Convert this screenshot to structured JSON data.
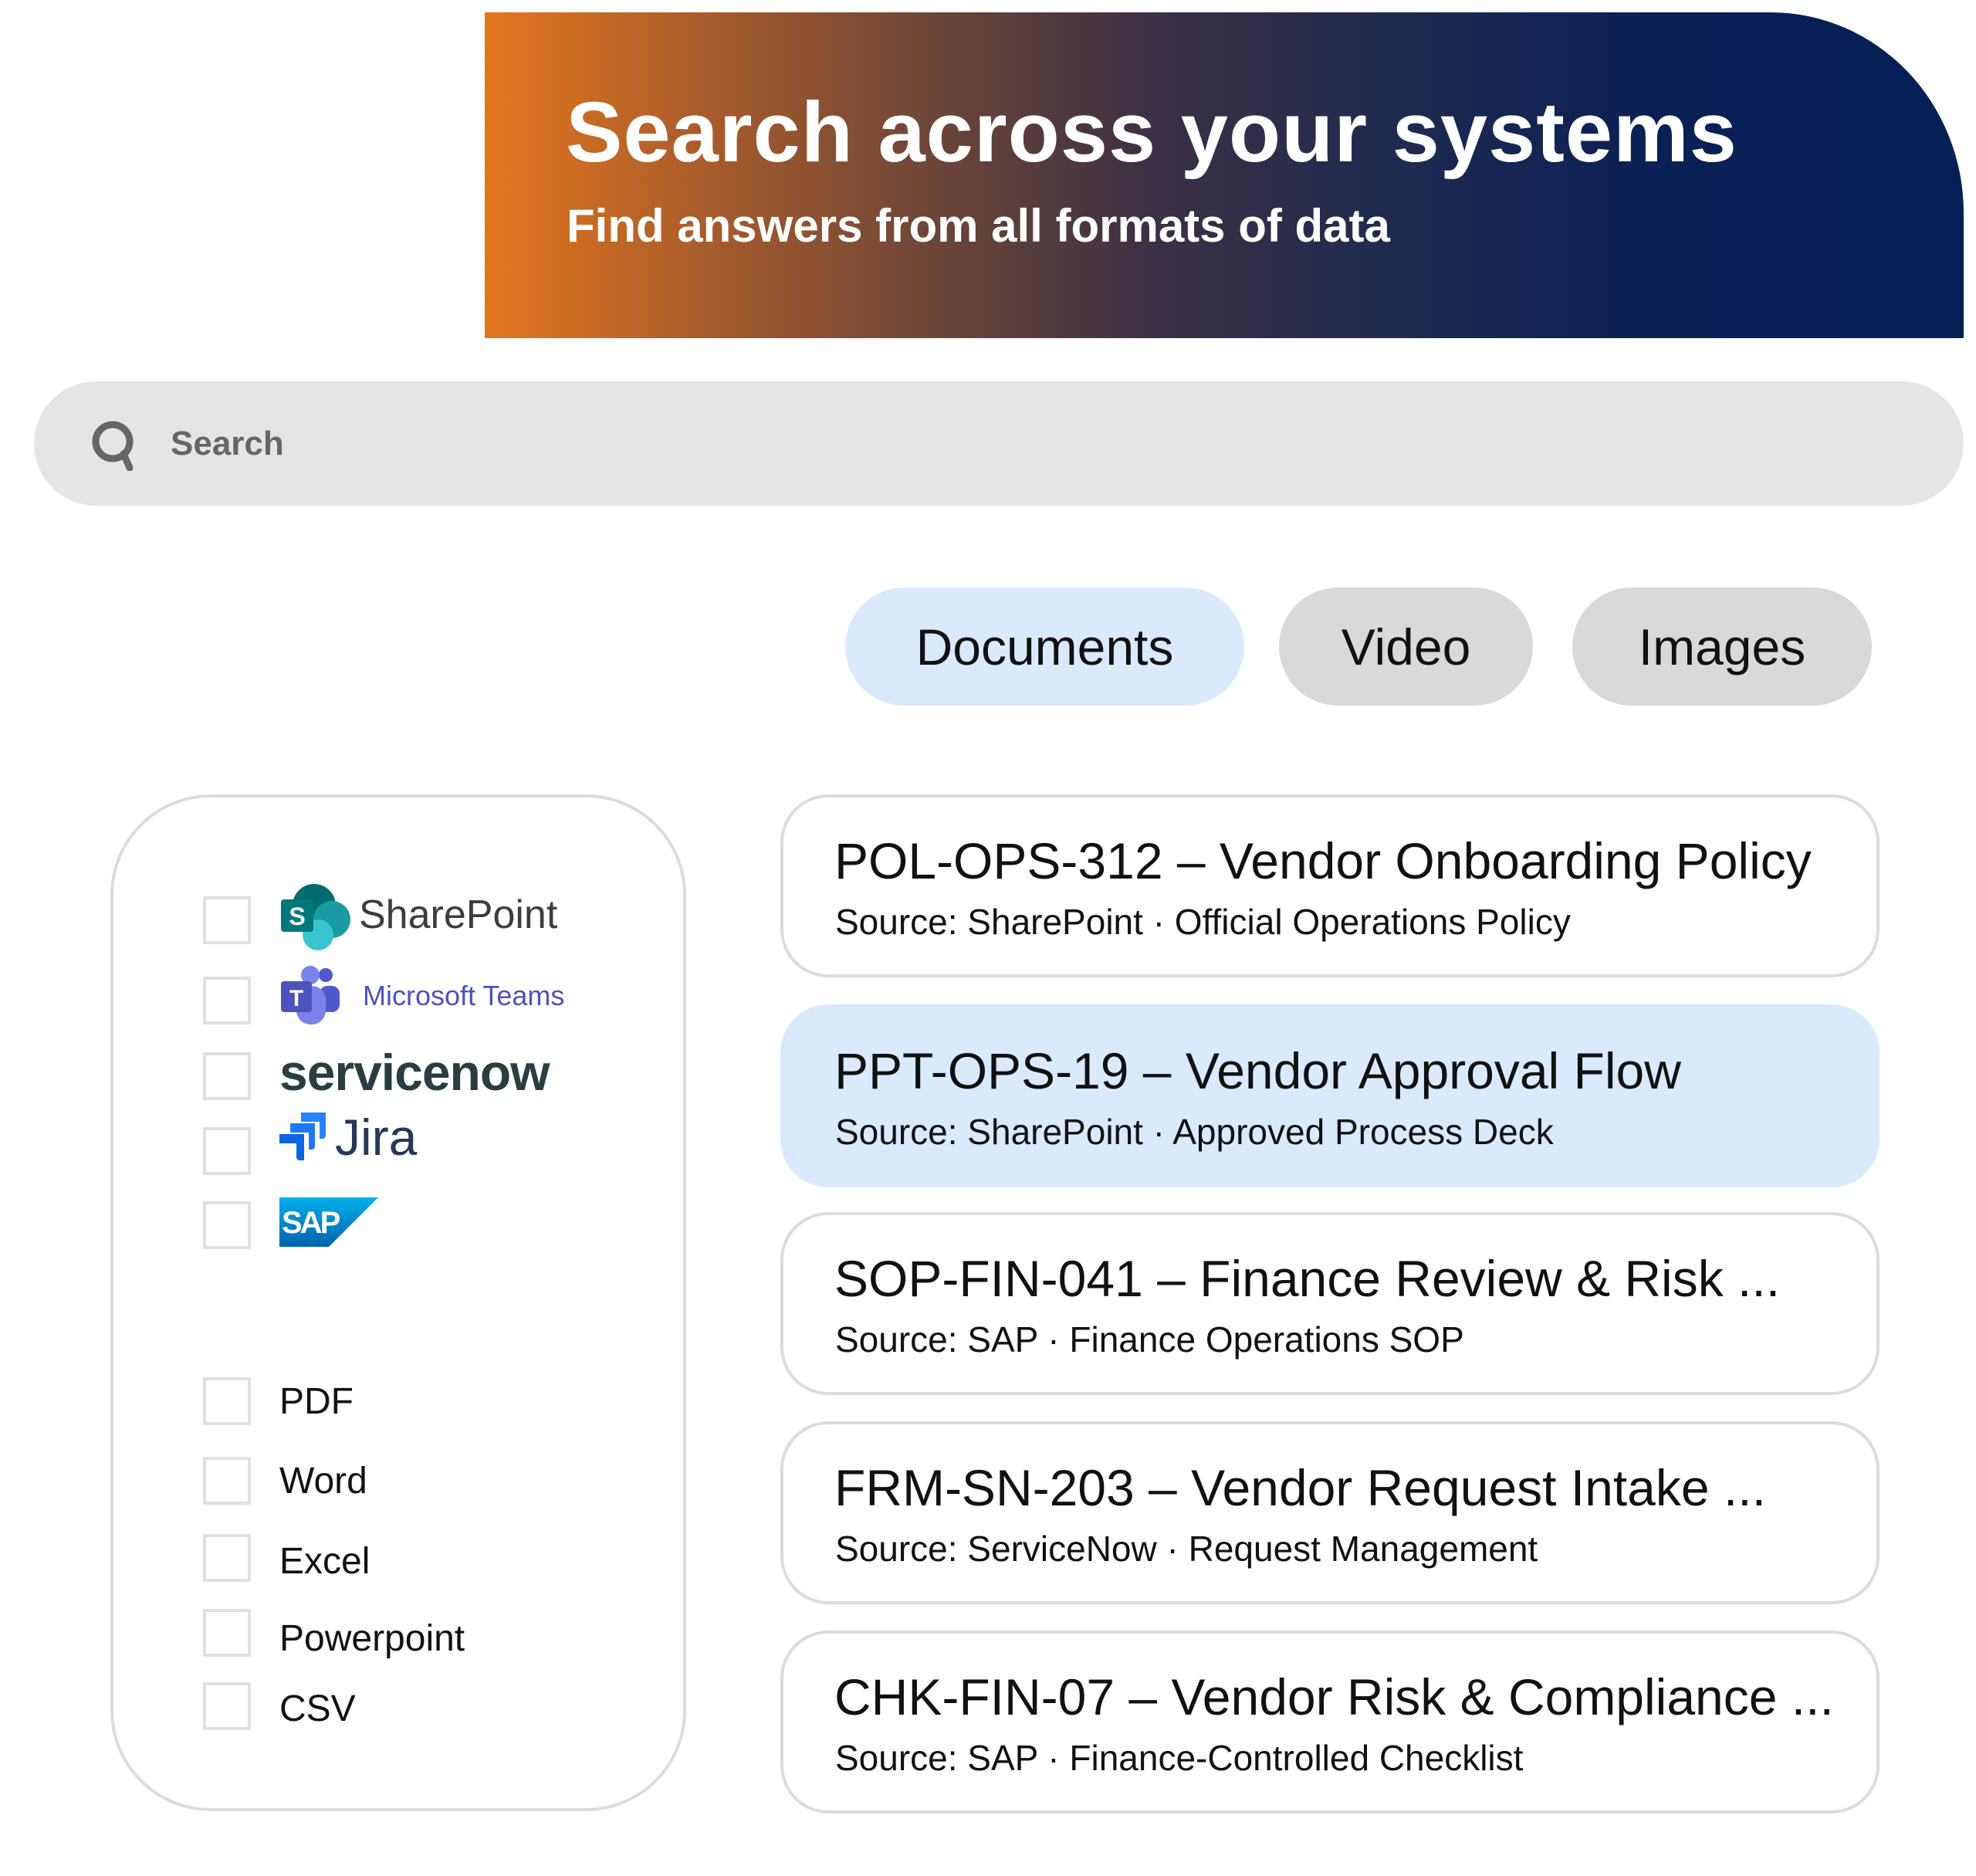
{
  "banner": {
    "title": "Search across your systems",
    "subtitle": "Find answers from all formats of data",
    "gradient_colors": [
      "#e4761d",
      "#051f57"
    ]
  },
  "search": {
    "placeholder": "Search",
    "value": "",
    "icon": "search-icon"
  },
  "tabs": [
    {
      "label": "Documents",
      "active": true
    },
    {
      "label": "Video",
      "active": false
    },
    {
      "label": "Images",
      "active": false
    }
  ],
  "filters": {
    "sources": [
      {
        "label": "SharePoint",
        "checked": false,
        "icon": "sharepoint-logo"
      },
      {
        "label": "Microsoft Teams",
        "checked": false,
        "icon": "teams-logo"
      },
      {
        "label": "servicenow",
        "checked": false,
        "icon": "servicenow-logo"
      },
      {
        "label": "Jira",
        "checked": false,
        "icon": "jira-logo"
      },
      {
        "label": "SAP",
        "checked": false,
        "icon": "sap-logo"
      }
    ],
    "file_types": [
      {
        "label": "PDF",
        "checked": false
      },
      {
        "label": "Word",
        "checked": false
      },
      {
        "label": "Excel",
        "checked": false
      },
      {
        "label": "Powerpoint",
        "checked": false
      },
      {
        "label": "CSV",
        "checked": false
      }
    ]
  },
  "results": [
    {
      "title": "POL-OPS-312 – Vendor Onboarding Policy",
      "source": "Source: SharePoint · Official Operations Policy",
      "selected": false
    },
    {
      "title": "PPT-OPS-19 – Vendor Approval Flow",
      "source": "Source: SharePoint · Approved Process Deck",
      "selected": true
    },
    {
      "title": "SOP-FIN-041 – Finance Review & Risk ...",
      "source": "Source: SAP · Finance Operations SOP",
      "selected": false
    },
    {
      "title": "FRM-SN-203 – Vendor Request Intake ...",
      "source": "Source: ServiceNow · Request Management",
      "selected": false
    },
    {
      "title": "CHK-FIN-07 – Vendor Risk & Compliance ...",
      "source": "Source: SAP · Finance-Controlled Checklist",
      "selected": false
    }
  ],
  "colors": {
    "selected_bg": "#dbe9fd",
    "tab_bg": "#d9d9d9",
    "search_bg": "#e5e5e5",
    "border": "#dcdcdc"
  }
}
